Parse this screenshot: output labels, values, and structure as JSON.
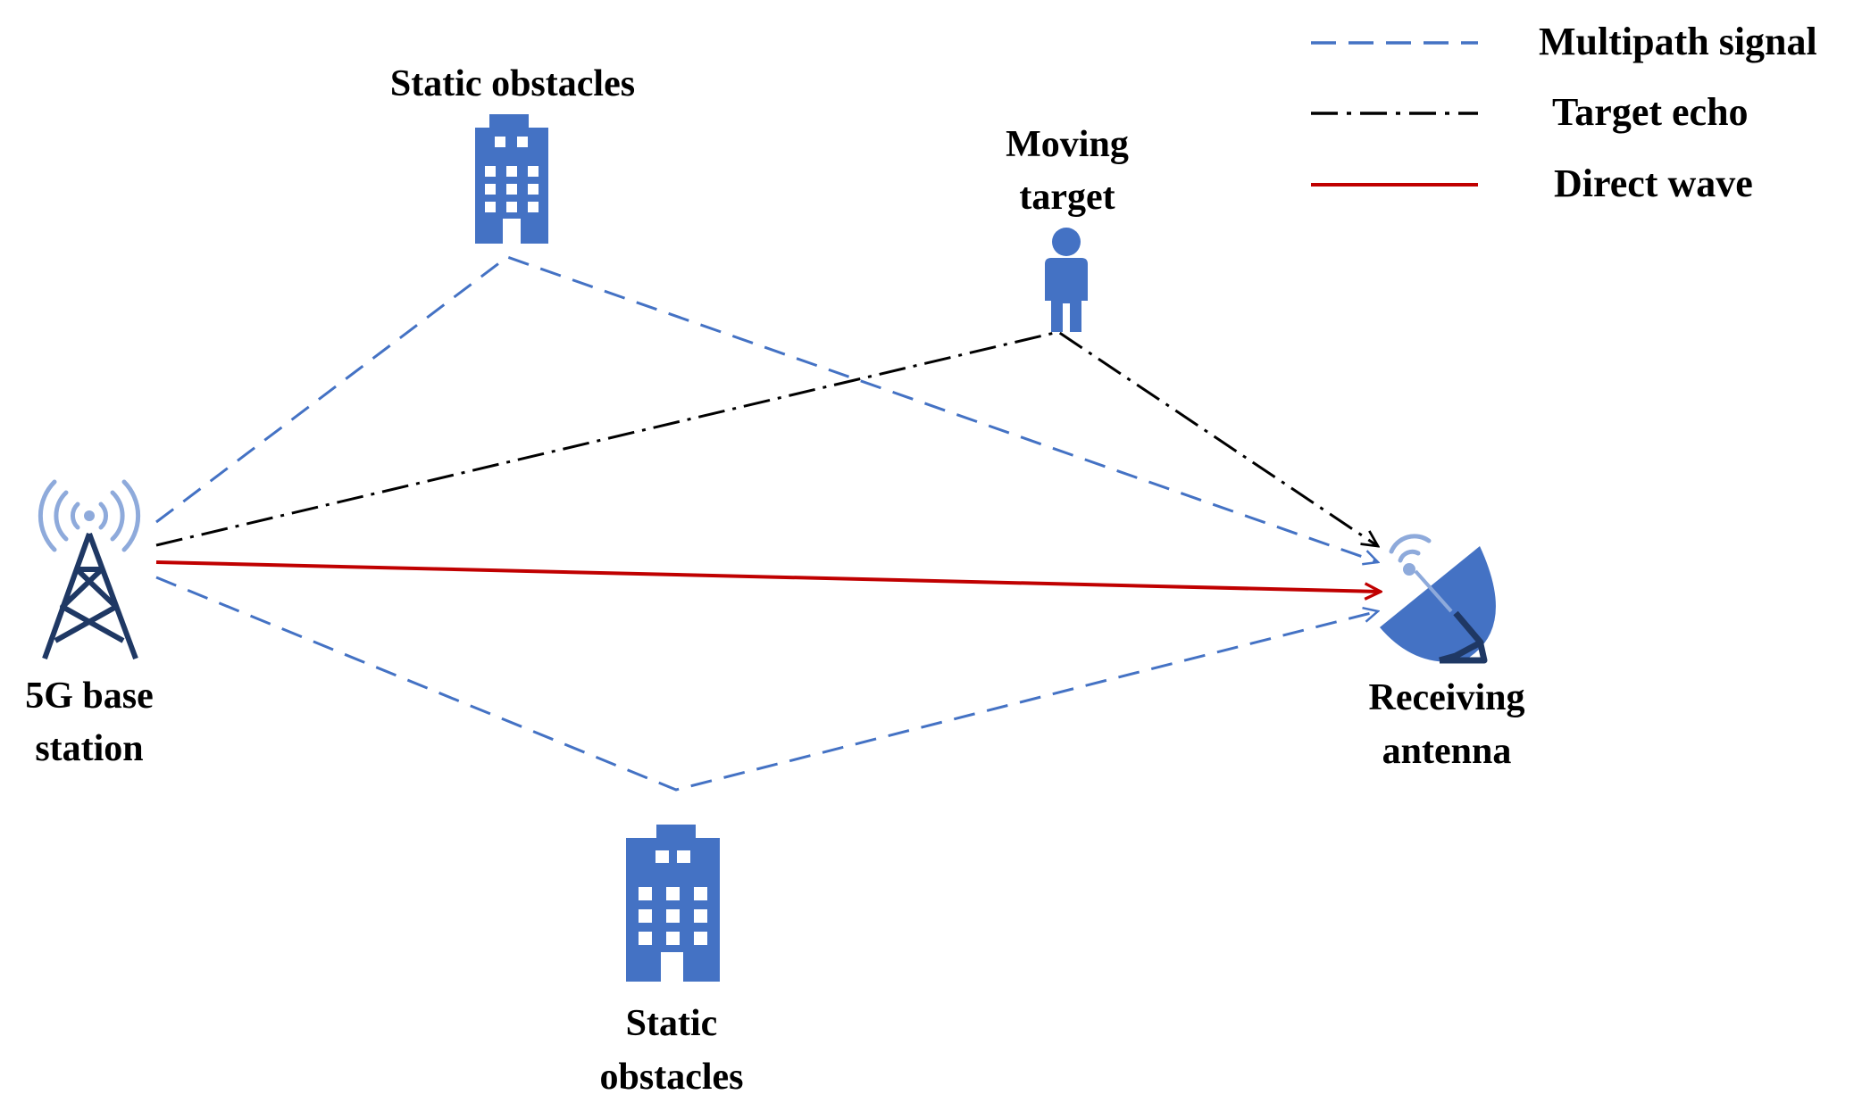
{
  "legend": {
    "multipath_label": "Multipath signal",
    "echo_label": "Target echo",
    "direct_label": "Direct wave"
  },
  "labels": {
    "top_obstacle": "Static obstacles",
    "moving_target_line1": "Moving",
    "moving_target_line2": "target",
    "base_station_line1": "5G base",
    "base_station_line2": "station",
    "receiver_line1": "Receiving",
    "receiver_line2": "antenna",
    "bottom_obstacle_line1": "Static",
    "bottom_obstacle_line2": "obstacles"
  },
  "colors": {
    "multipath": "#4472c4",
    "echo": "#000000",
    "direct": "#c00000",
    "icon_blue": "#4472c4",
    "tower_dark": "#1f3864",
    "signal_light": "#8eaadb"
  },
  "icons": {
    "base_station": "cell-tower-icon",
    "receiver": "satellite-dish-icon",
    "obstacle": "building-icon",
    "target": "person-icon"
  }
}
